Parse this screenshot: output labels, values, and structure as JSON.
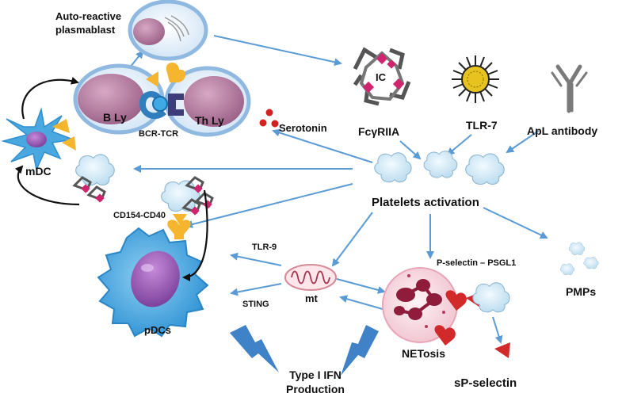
{
  "labels": {
    "auto_reactive": "Auto-reactive",
    "plasmablast": "plasmablast",
    "b_ly": "B Ly",
    "th_ly": "Th Ly",
    "bcr_tcr": "BCR-TCR",
    "serotonin": "Serotonin",
    "mdc": "mDC",
    "ic": "IC",
    "fcgriia": "FcγRIIA",
    "tlr7": "TLR-7",
    "apl_antibody": "ApL antibody",
    "platelets_activation": "Platelets activation",
    "cd154_cd40": "CD154-CD40",
    "tlr9": "TLR-9",
    "sting": "STING",
    "mt": "mt",
    "pselectin_psgl1": "P-selectin – PSGL1",
    "pmps": "PMPs",
    "pdcs": "pDCs",
    "netosis": "NETosis",
    "sp_selectin": "sP-selectin",
    "type_ifn_1": "Type I IFN",
    "type_ifn_2": "Production"
  },
  "colors": {
    "arrow": "#5b9bd5",
    "cell_membrane": "#8fb9e0",
    "cell_fill": "#dcebf8",
    "nucleus": "#b87fa2",
    "platelet": "#cfe6f3",
    "pdc": "#4aa8e0",
    "receptor": "#f5b52e",
    "complex_magenta": "#d0246e",
    "dark_receptor": "#3d3d7a",
    "neutrophil": "#f4cfd8",
    "neutrophil_nucleus": "#8e1c3a",
    "red_selectin": "#d22a2a",
    "lightning": "#3f82c8"
  }
}
